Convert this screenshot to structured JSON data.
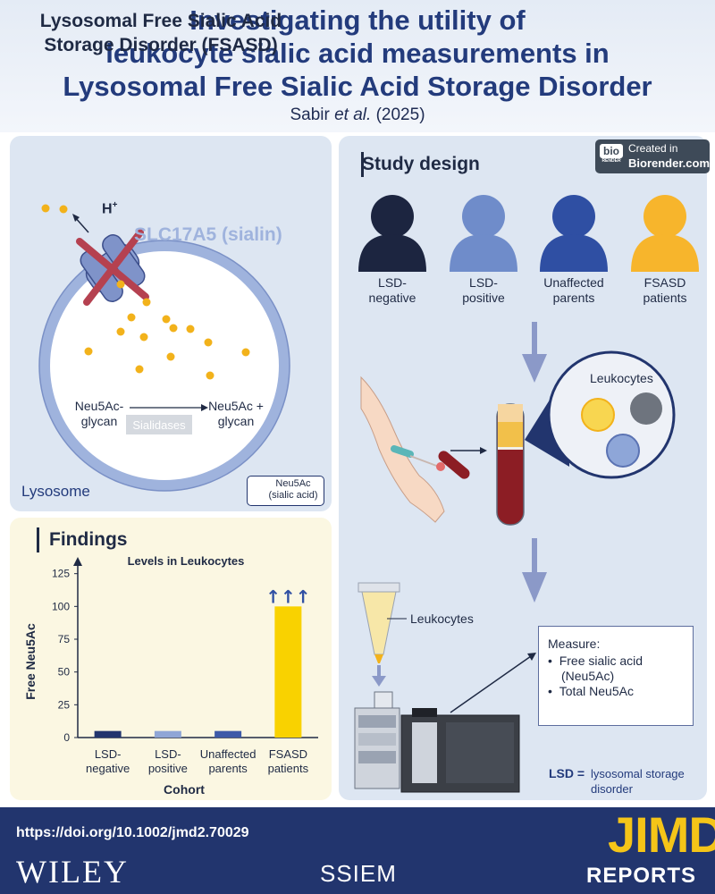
{
  "header": {
    "title_lines": [
      "Investigating the utility of",
      "leukocyte sialic acid measurements in",
      "Lysosomal Free Sialic Acid Storage Disorder"
    ],
    "authors_name": "Sabir",
    "authors_etal": "et al.",
    "authors_year": "(2025)"
  },
  "badge": {
    "logo": "bio",
    "logo_sub": "RENDER",
    "created": "Created in",
    "site": "Biorender.com"
  },
  "lsd_panel": {
    "title_lines": [
      "Lysosomal Free Sialic Acid",
      "Storage Disorder (FSASD)"
    ],
    "transporter": "SLC17A5 (sialin)",
    "proton": "H",
    "proton_sup": "+",
    "substrate_lines": [
      "Neu5Ac-",
      "glycan"
    ],
    "product_lines": [
      "Neu5Ac +",
      "glycan"
    ],
    "enzyme": "Sialidases",
    "lysosome": "Lysosome",
    "legend_lines": [
      "Neu5Ac",
      "(sialic acid)"
    ],
    "colors": {
      "dot": "#f2b21b",
      "membrane": "#9fb3dd",
      "transporter": "#7f93c9",
      "cross": "#b54150"
    }
  },
  "study": {
    "title": "Study design",
    "cohorts": [
      {
        "lines": [
          "LSD-",
          "negative"
        ],
        "color": "#1c2540"
      },
      {
        "lines": [
          "LSD-",
          "positive"
        ],
        "color": "#6f8cca"
      },
      {
        "lines": [
          "Unaffected",
          "parents"
        ],
        "color": "#2f4fa3"
      },
      {
        "lines": [
          "FSASD",
          "patients"
        ],
        "color": "#f7b52c"
      }
    ],
    "leukocytes_bubble": "Leukocytes",
    "tube_label": "Leukocytes",
    "measure_head": "Measure:",
    "measure_items": [
      "Free sialic acid",
      "(Neu5Ac)",
      "Total Neu5Ac"
    ],
    "lsd_def_key": "LSD =",
    "lsd_def_val": [
      "lysosomal storage",
      "disorder"
    ]
  },
  "findings": {
    "title": "Findings",
    "chart_data": {
      "type": "bar",
      "title": "Levels in Leukocytes",
      "xlabel": "Cohort",
      "ylabel": "Free Neu5Ac",
      "categories": [
        [
          "LSD-",
          "negative"
        ],
        [
          "LSD-",
          "positive"
        ],
        [
          "Unaffected",
          "parents"
        ],
        [
          "FSASD",
          "patients"
        ]
      ],
      "values": [
        5,
        5,
        5,
        100
      ],
      "colors": [
        "#22356e",
        "#8fa6d6",
        "#3d5aa8",
        "#f9d200"
      ],
      "yticks": [
        0,
        25,
        50,
        75,
        100,
        125
      ],
      "ylim": [
        0,
        135
      ],
      "grid": false,
      "annotations": [
        {
          "category": 3,
          "symbol": "↑↑↑",
          "color": "#2f4fa3"
        }
      ]
    }
  },
  "footer": {
    "doi": "https://doi.org/10.1002/jmd2.70029",
    "publisher": "WILEY",
    "society": "SSIEM",
    "journal": "JIMD",
    "journal_sub": "REPORTS"
  }
}
